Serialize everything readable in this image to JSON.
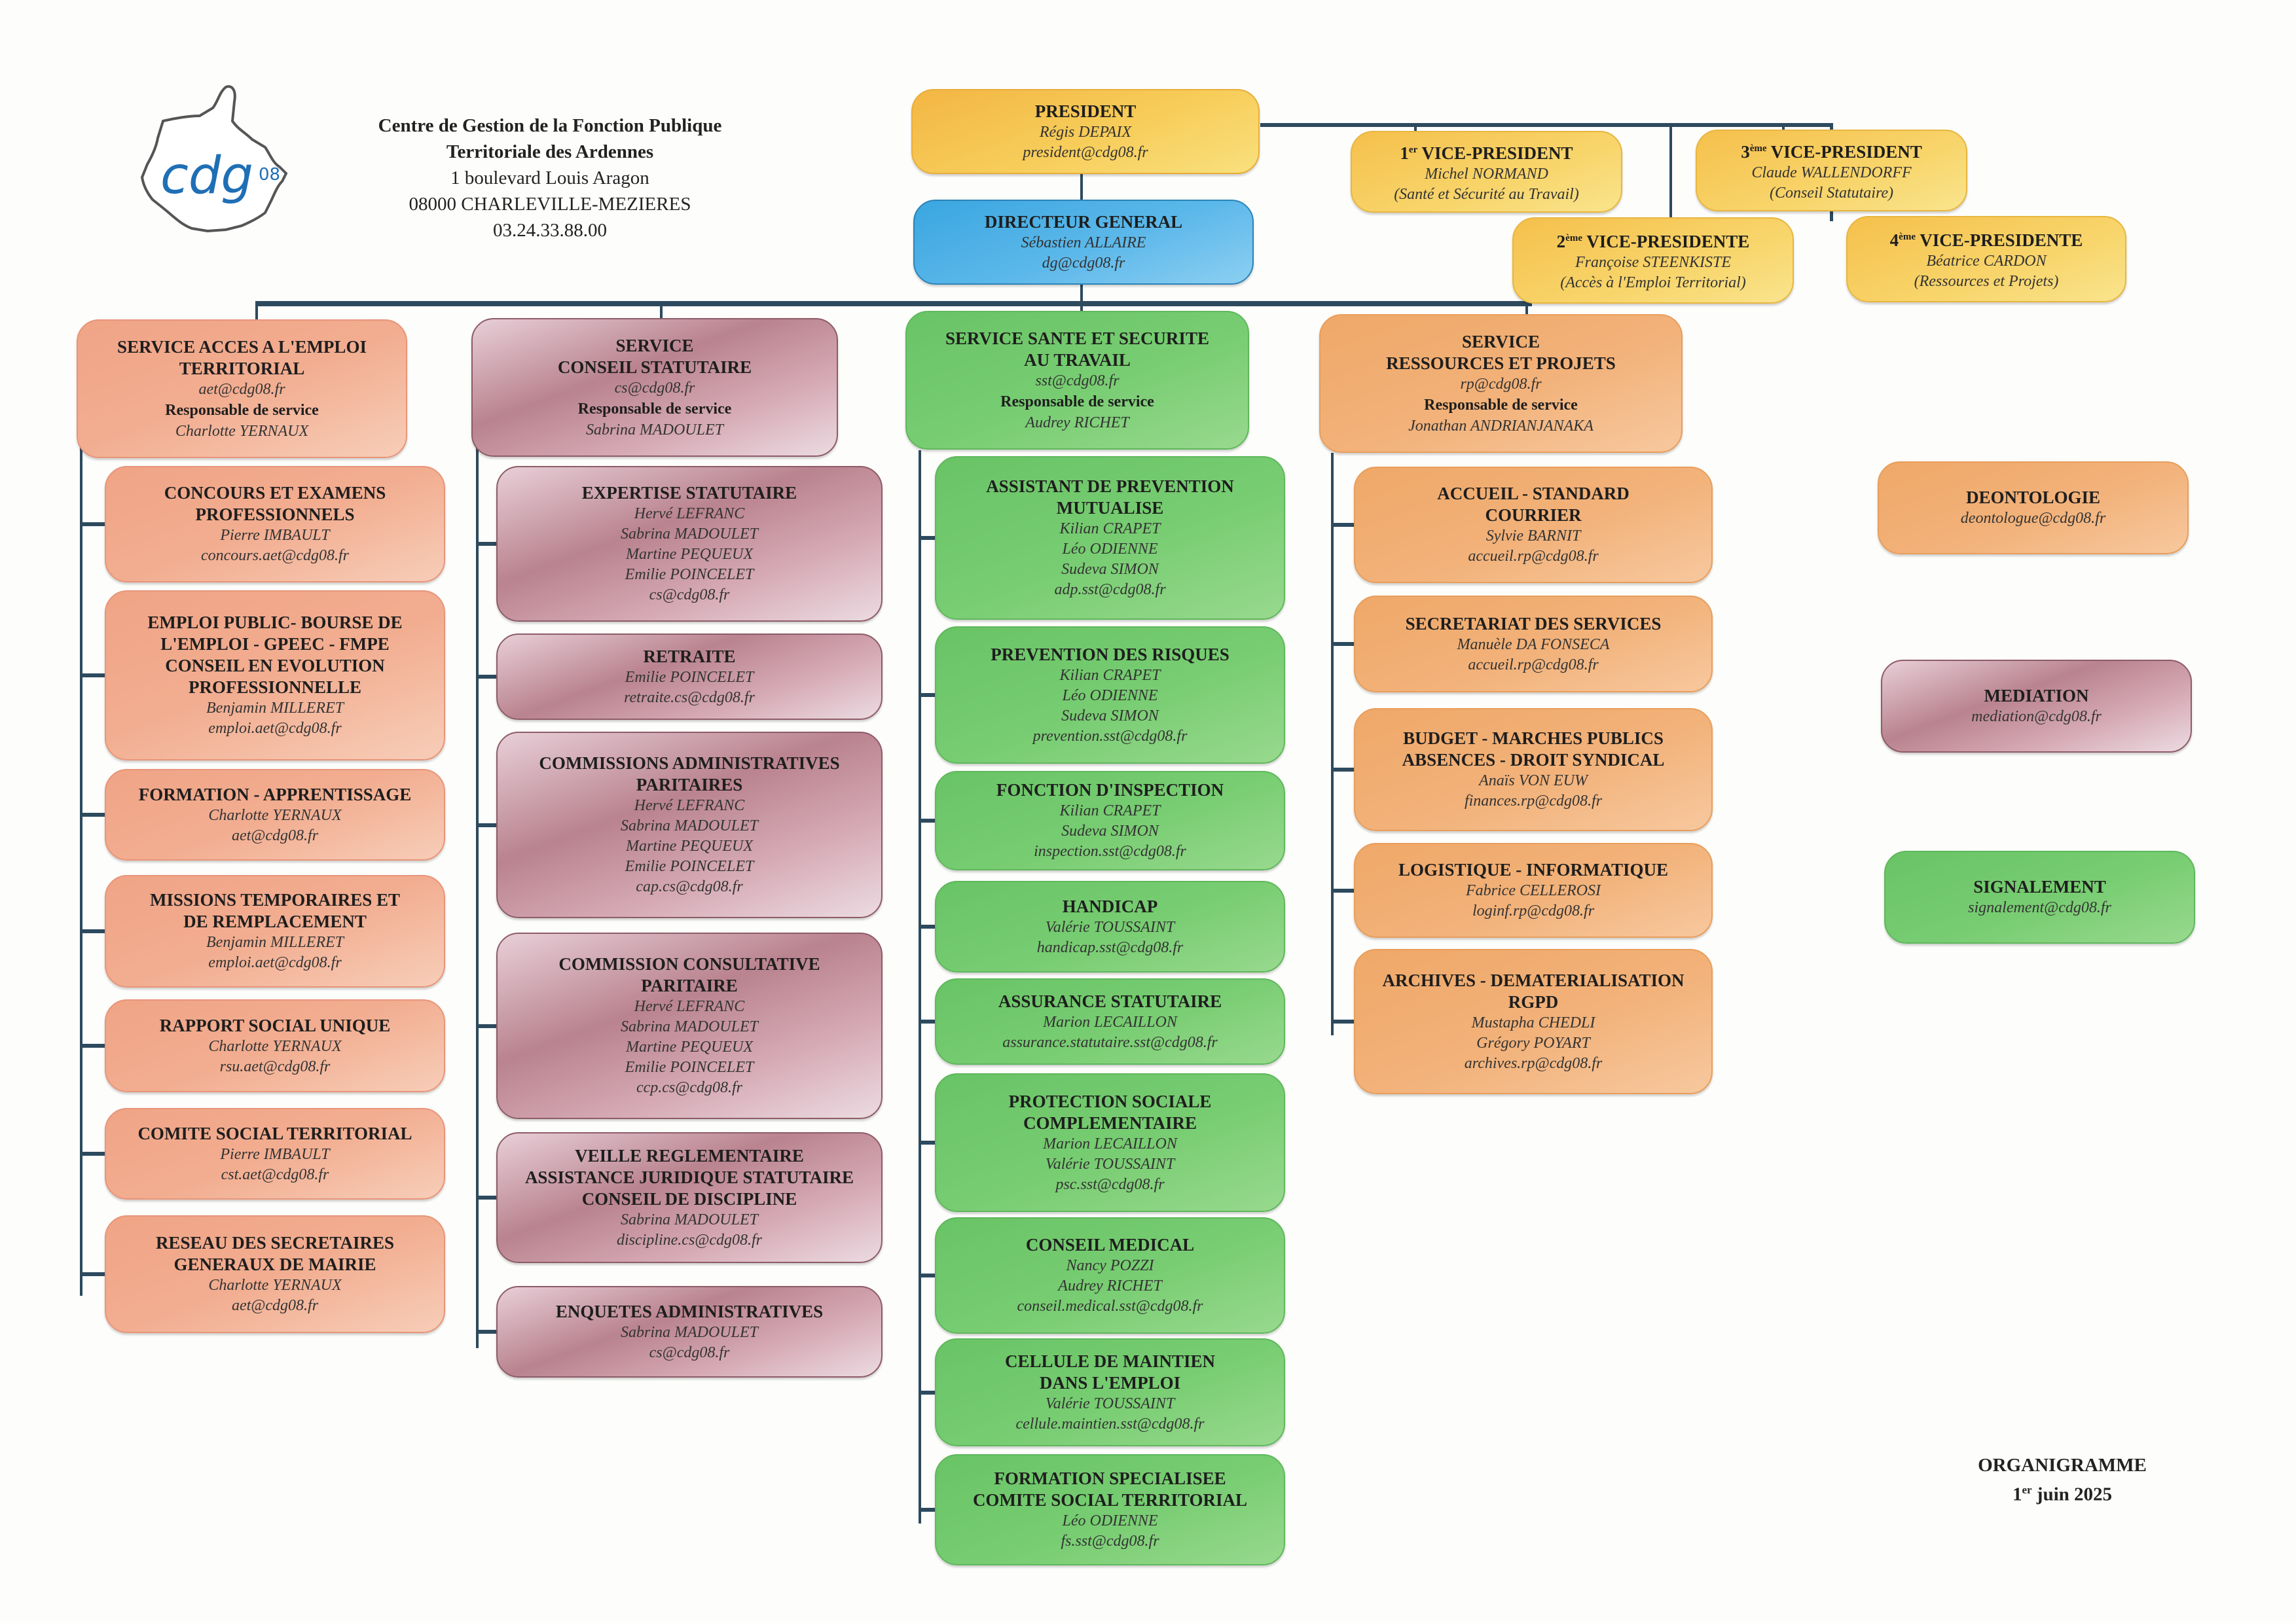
{
  "header": {
    "logo_text": "cdg",
    "logo_sub": "08",
    "org_line1": "Centre de Gestion de la Fonction Publique",
    "org_line2": "Territoriale des Ardennes",
    "address": "1 boulevard Louis Aragon",
    "city": "08000 CHARLEVILLE-MEZIERES",
    "phone": "03.24.33.88.00"
  },
  "colors": {
    "president": "#f5c04c",
    "directeur": "#4fb0e6",
    "aet": "#f2ad90",
    "cs": "#b9838f",
    "sst": "#72c96d",
    "rp": "#f2b27a",
    "connector": "#2d4a5e"
  },
  "president": {
    "title": "PRESIDENT",
    "name": "Régis DEPAIX",
    "email": "president@cdg08.fr"
  },
  "vice_presidents": [
    {
      "rank": "1",
      "rank_sup": "er",
      "title": "VICE-PRESIDENT",
      "name": "Michel NORMAND",
      "domain": "(Santé et Sécurité au Travail)"
    },
    {
      "rank": "2",
      "rank_sup": "ème",
      "title": "VICE-PRESIDENTE",
      "name": "Françoise STEENKISTE",
      "domain": "(Accès à l'Emploi Territorial)"
    },
    {
      "rank": "3",
      "rank_sup": "ème",
      "title": "VICE-PRESIDENT",
      "name": "Claude WALLENDORFF",
      "domain": "(Conseil Statutaire)"
    },
    {
      "rank": "4",
      "rank_sup": "ème",
      "title": "VICE-PRESIDENTE",
      "name": "Béatrice CARDON",
      "domain": "(Ressources et Projets)"
    }
  ],
  "directeur": {
    "title": "DIRECTEUR GENERAL",
    "name": "Sébastien ALLAIRE",
    "email": "dg@cdg08.fr"
  },
  "services": [
    {
      "title": "SERVICE ACCES A L'EMPLOI\nTERRITORIAL",
      "email": "aet@cdg08.fr",
      "resp_label": "Responsable de service",
      "resp": "Charlotte YERNAUX",
      "units": [
        {
          "title": "CONCOURS ET EXAMENS\nPROFESSIONNELS",
          "people": [
            "Pierre IMBAULT"
          ],
          "email": "concours.aet@cdg08.fr"
        },
        {
          "title": "EMPLOI PUBLIC- BOURSE DE\nL'EMPLOI - GPEEC - FMPE\nCONSEIL EN EVOLUTION\nPROFESSIONNELLE",
          "people": [
            "Benjamin MILLERET"
          ],
          "email": "emploi.aet@cdg08.fr"
        },
        {
          "title": "FORMATION - APPRENTISSAGE",
          "people": [
            "Charlotte YERNAUX"
          ],
          "email": "aet@cdg08.fr"
        },
        {
          "title": "MISSIONS TEMPORAIRES ET\nDE REMPLACEMENT",
          "people": [
            "Benjamin MILLERET"
          ],
          "email": "emploi.aet@cdg08.fr"
        },
        {
          "title": "RAPPORT SOCIAL UNIQUE",
          "people": [
            "Charlotte YERNAUX"
          ],
          "email": "rsu.aet@cdg08.fr"
        },
        {
          "title": "COMITE SOCIAL TERRITORIAL",
          "people": [
            "Pierre IMBAULT"
          ],
          "email": "cst.aet@cdg08.fr"
        },
        {
          "title": "RESEAU DES SECRETAIRES\nGENERAUX DE MAIRIE",
          "people": [
            "Charlotte YERNAUX"
          ],
          "email": "aet@cdg08.fr"
        }
      ]
    },
    {
      "title": "SERVICE\nCONSEIL STATUTAIRE",
      "email": "cs@cdg08.fr",
      "resp_label": "Responsable de service",
      "resp": "Sabrina MADOULET",
      "units": [
        {
          "title": "EXPERTISE STATUTAIRE",
          "people": [
            "Hervé LEFRANC",
            "Sabrina MADOULET",
            "Martine PEQUEUX",
            "Emilie POINCELET"
          ],
          "email": "cs@cdg08.fr"
        },
        {
          "title": "RETRAITE",
          "people": [
            "Emilie POINCELET"
          ],
          "email": "retraite.cs@cdg08.fr"
        },
        {
          "title": "COMMISSIONS ADMINISTRATIVES\nPARITAIRES",
          "people": [
            "Hervé LEFRANC",
            "Sabrina MADOULET",
            "Martine PEQUEUX",
            "Emilie POINCELET"
          ],
          "email": "cap.cs@cdg08.fr"
        },
        {
          "title": "COMMISSION CONSULTATIVE\nPARITAIRE",
          "people": [
            "Hervé LEFRANC",
            "Sabrina MADOULET",
            "Martine PEQUEUX",
            "Emilie POINCELET"
          ],
          "email": "ccp.cs@cdg08.fr"
        },
        {
          "title": "VEILLE REGLEMENTAIRE\nASSISTANCE JURIDIQUE STATUTAIRE\nCONSEIL DE DISCIPLINE",
          "people": [
            "Sabrina MADOULET"
          ],
          "email": "discipline.cs@cdg08.fr"
        },
        {
          "title": "ENQUETES ADMINISTRATIVES",
          "people": [
            "Sabrina MADOULET"
          ],
          "email": "cs@cdg08.fr"
        }
      ]
    },
    {
      "title": "SERVICE SANTE ET SECURITE\nAU TRAVAIL",
      "email": "sst@cdg08.fr",
      "resp_label": "Responsable de service",
      "resp": "Audrey RICHET",
      "units": [
        {
          "title": "ASSISTANT DE PREVENTION\nMUTUALISE",
          "people": [
            "Kilian CRAPET",
            "Léo ODIENNE",
            "Sudeva SIMON"
          ],
          "email": "adp.sst@cdg08.fr"
        },
        {
          "title": "PREVENTION DES RISQUES",
          "people": [
            "Kilian CRAPET",
            "Léo ODIENNE",
            "Sudeva SIMON"
          ],
          "email": "prevention.sst@cdg08.fr"
        },
        {
          "title": "FONCTION D'INSPECTION",
          "people": [
            "Kilian CRAPET",
            "Sudeva SIMON"
          ],
          "email": "inspection.sst@cdg08.fr"
        },
        {
          "title": "HANDICAP",
          "people": [
            "Valérie TOUSSAINT"
          ],
          "email": "handicap.sst@cdg08.fr"
        },
        {
          "title": "ASSURANCE STATUTAIRE",
          "people": [
            "Marion LECAILLON"
          ],
          "email": "assurance.statutaire.sst@cdg08.fr"
        },
        {
          "title": "PROTECTION SOCIALE\nCOMPLEMENTAIRE",
          "people": [
            "Marion LECAILLON",
            "Valérie TOUSSAINT"
          ],
          "email": "psc.sst@cdg08.fr"
        },
        {
          "title": "CONSEIL MEDICAL",
          "people": [
            "Nancy POZZI",
            "Audrey RICHET"
          ],
          "email": "conseil.medical.sst@cdg08.fr"
        },
        {
          "title": "CELLULE DE MAINTIEN\nDANS L'EMPLOI",
          "people": [
            "Valérie TOUSSAINT"
          ],
          "email": "cellule.maintien.sst@cdg08.fr"
        },
        {
          "title": "FORMATION SPECIALISEE\nCOMITE SOCIAL TERRITORIAL",
          "people": [
            "Léo ODIENNE"
          ],
          "email": "fs.sst@cdg08.fr"
        }
      ]
    },
    {
      "title": "SERVICE\nRESSOURCES ET PROJETS",
      "email": "rp@cdg08.fr",
      "resp_label": "Responsable de service",
      "resp": "Jonathan ANDRIANJANAKA",
      "units": [
        {
          "title": "ACCUEIL - STANDARD\nCOURRIER",
          "people": [
            "Sylvie BARNIT"
          ],
          "email": "accueil.rp@cdg08.fr"
        },
        {
          "title": "SECRETARIAT DES SERVICES",
          "people": [
            "Manuèle DA FONSECA"
          ],
          "email": "accueil.rp@cdg08.fr"
        },
        {
          "title": "BUDGET - MARCHES PUBLICS\nABSENCES - DROIT SYNDICAL",
          "people": [
            "Anaïs VON EUW"
          ],
          "email": "finances.rp@cdg08.fr"
        },
        {
          "title": "LOGISTIQUE - INFORMATIQUE",
          "people": [
            "Fabrice CELLEROSI"
          ],
          "email": "loginf.rp@cdg08.fr"
        },
        {
          "title": "ARCHIVES - DEMATERIALISATION\nRGPD",
          "people": [
            "Mustapha CHEDLI",
            "Grégory POYART"
          ],
          "email": "archives.rp@cdg08.fr"
        }
      ]
    }
  ],
  "standalone": [
    {
      "title": "DEONTOLOGIE",
      "email": "deontologue@cdg08.fr"
    },
    {
      "title": "MEDIATION",
      "email": "mediation@cdg08.fr"
    },
    {
      "title": "SIGNALEMENT",
      "email": "signalement@cdg08.fr"
    }
  ],
  "footer": {
    "title": "ORGANIGRAMME",
    "date_num": "1",
    "date_sup": "er",
    "date_rest": " juin 2025"
  }
}
